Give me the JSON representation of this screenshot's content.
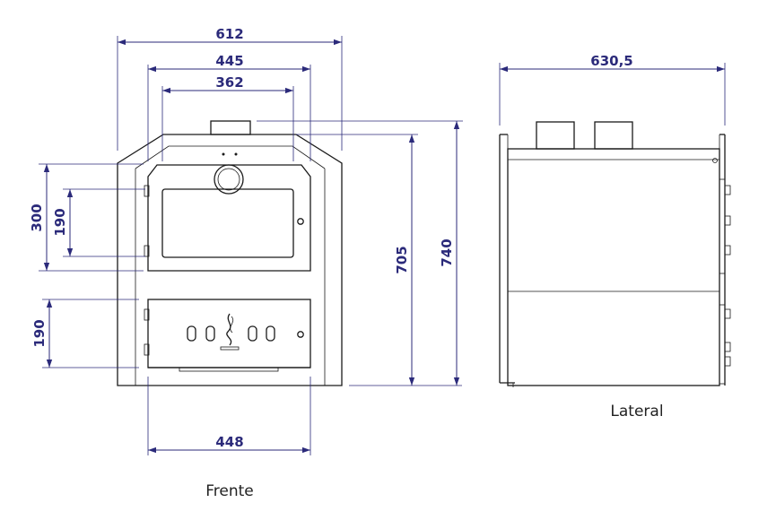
{
  "front": {
    "caption": "Frente",
    "dims": {
      "w612": "612",
      "w445": "445",
      "w362": "362",
      "w448": "448",
      "h300": "300",
      "h190a": "190",
      "h190b": "190",
      "h705": "705",
      "h740": "740"
    }
  },
  "side": {
    "caption": "Lateral",
    "dims": {
      "w630": "630,5"
    }
  },
  "colors": {
    "dimension": "#2b2a7a",
    "outline": "#1a1a1a"
  }
}
